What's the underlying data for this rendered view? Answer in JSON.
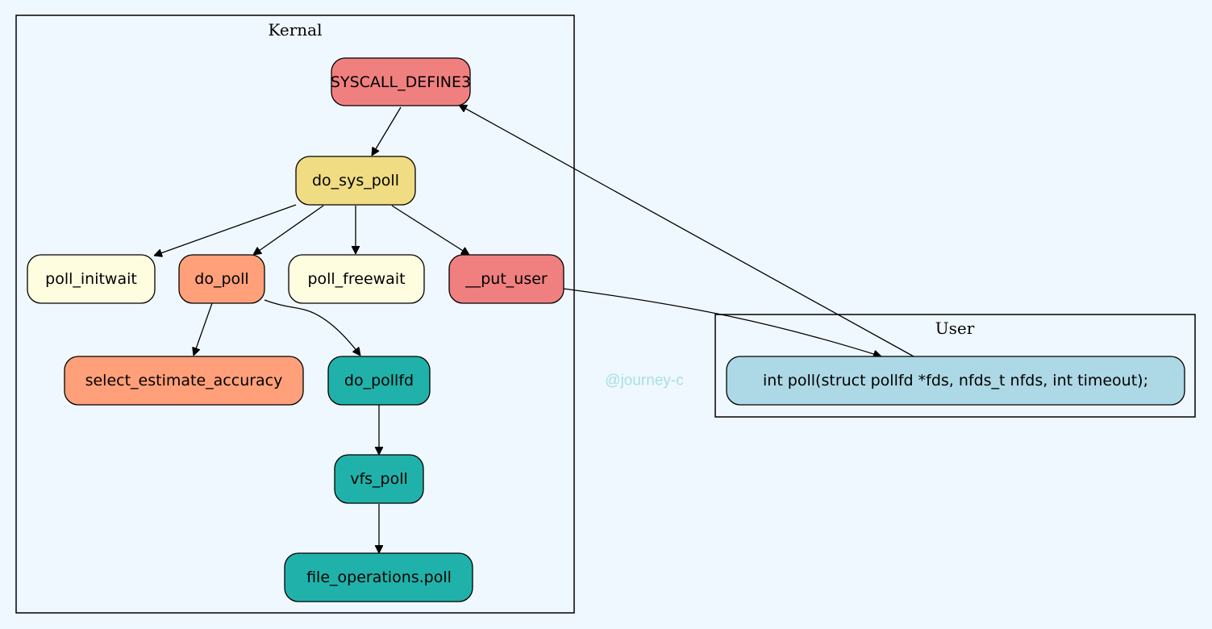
{
  "watermark": "@journey-c",
  "clusters": {
    "kernal": {
      "label": "Kernal"
    },
    "user": {
      "label": "User"
    }
  },
  "colors": {
    "background": "#f0f8ff",
    "lightcoral": "#f08080",
    "lightsalmon": "#ffa07a",
    "lightyellow": "#fffde0",
    "khaki": "#f0dc82",
    "teal": "#20b2aa",
    "lightblue": "#add8e6"
  },
  "nodes": {
    "syscall_define3": {
      "label": "SYSCALL_DEFINE3",
      "color": "#f08080"
    },
    "do_sys_poll": {
      "label": "do_sys_poll",
      "color": "#f0dc82"
    },
    "poll_initwait": {
      "label": "poll_initwait",
      "color": "#fffde0"
    },
    "do_poll": {
      "label": "do_poll",
      "color": "#ffa07a"
    },
    "poll_freewait": {
      "label": "poll_freewait",
      "color": "#fffde0"
    },
    "put_user": {
      "label": "__put_user",
      "color": "#f08080"
    },
    "select_estimate_accuracy": {
      "label": "select_estimate_accuracy",
      "color": "#ffa07a"
    },
    "do_pollfd": {
      "label": "do_pollfd",
      "color": "#20b2aa"
    },
    "vfs_poll": {
      "label": "vfs_poll",
      "color": "#20b2aa"
    },
    "file_operations_poll": {
      "label": "file_operations.poll",
      "color": "#20b2aa"
    },
    "user_poll": {
      "label": "int poll(struct pollfd *fds, nfds_t nfds, int timeout);",
      "color": "#add8e6"
    }
  },
  "edges": [
    {
      "from": "syscall_define3",
      "to": "do_sys_poll"
    },
    {
      "from": "do_sys_poll",
      "to": "poll_initwait"
    },
    {
      "from": "do_sys_poll",
      "to": "do_poll"
    },
    {
      "from": "do_sys_poll",
      "to": "poll_freewait"
    },
    {
      "from": "do_sys_poll",
      "to": "put_user"
    },
    {
      "from": "do_poll",
      "to": "select_estimate_accuracy"
    },
    {
      "from": "do_poll",
      "to": "do_pollfd"
    },
    {
      "from": "do_pollfd",
      "to": "vfs_poll"
    },
    {
      "from": "vfs_poll",
      "to": "file_operations_poll"
    },
    {
      "from": "put_user",
      "to": "user_poll"
    },
    {
      "from": "user_poll",
      "to": "syscall_define3"
    }
  ]
}
